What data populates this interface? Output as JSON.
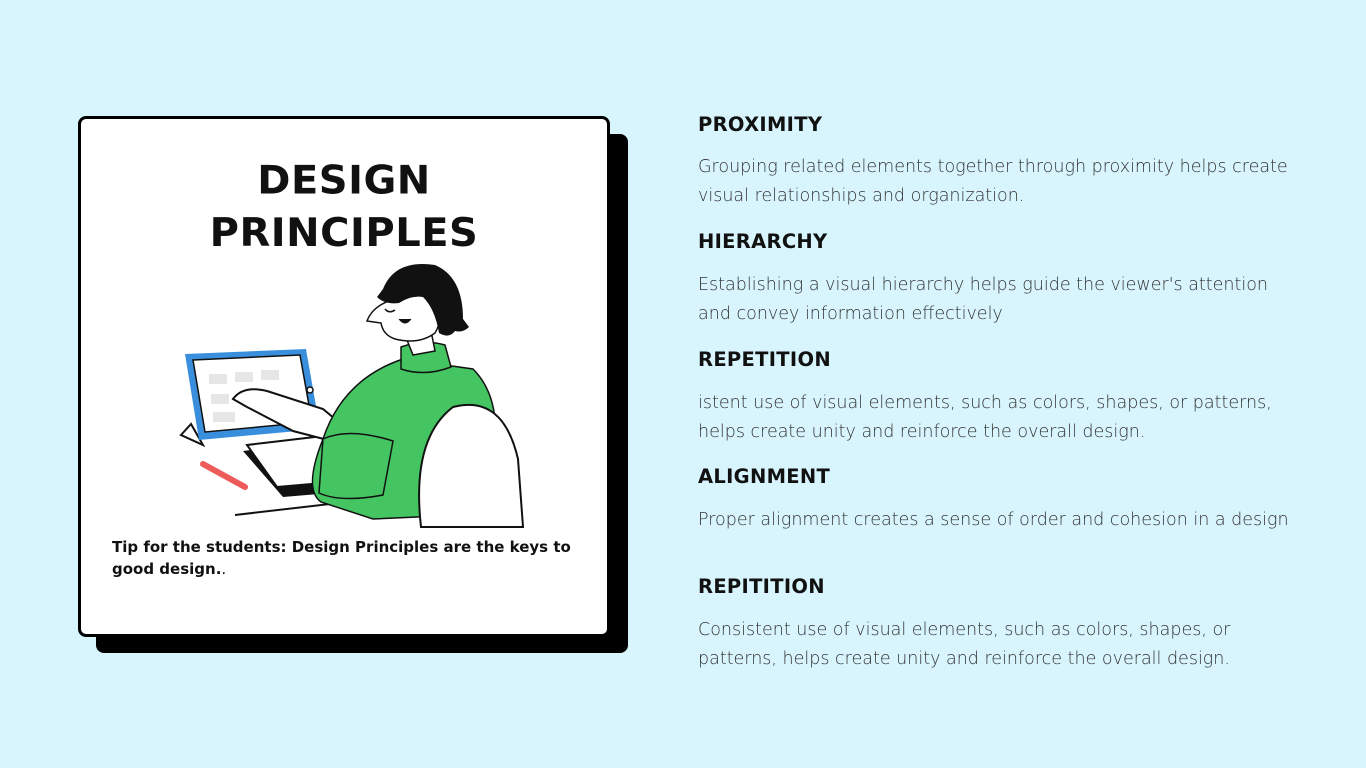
{
  "card": {
    "title_line1": "DESIGN",
    "title_line2": "PRINCIPLES",
    "tip_text": "Tip for the students: Design Principles are the keys to good design.",
    "tip_suffix": "."
  },
  "principles": [
    {
      "heading": "PROXIMITY",
      "body": "Grouping related elements together through proximity helps create visual relationships and organization."
    },
    {
      "heading": "HIERARCHY",
      "body": "Establishing a visual hierarchy helps guide the viewer's attention and convey information effectively"
    },
    {
      "heading": "REPETITION",
      "body": "istent use of visual elements, such as colors, shapes, or patterns, helps create unity and reinforce the overall design."
    },
    {
      "heading": "ALIGNMENT",
      "body": "Proper alignment creates a sense of order and cohesion in a design"
    },
    {
      "heading": "REPITITION",
      "body": "Consistent use of visual elements, such as colors, shapes, or patterns, helps create unity and reinforce the overall design."
    }
  ],
  "colors": {
    "background": "#d8f5fe",
    "sweater": "#45c462",
    "tablet_frame": "#3a8fdc",
    "pencil": "#ef5a5a"
  }
}
